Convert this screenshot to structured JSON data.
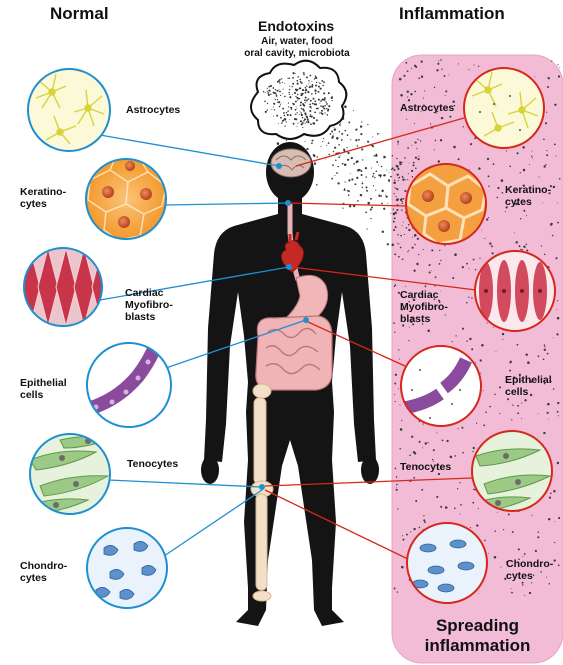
{
  "headers": {
    "left": "Normal",
    "right": "Inflammation"
  },
  "source": {
    "title": "Endotoxins",
    "line1": "Air, water, food",
    "line2": "oral cavity, microbiota"
  },
  "left_labels": {
    "astrocytes": "Astrocytes",
    "keratinocytes": [
      "Keratino-",
      "cytes"
    ],
    "cardiac": [
      "Cardiac",
      "Myofibro-",
      "blasts"
    ],
    "epithelial": [
      "Epithelial",
      "cells"
    ],
    "tenocytes": "Tenocytes",
    "chondrocytes": [
      "Chondro-",
      "cytes"
    ]
  },
  "right_labels": {
    "astrocytes": "Astrocytes",
    "keratinocytes": [
      "Keratino-",
      "cytes"
    ],
    "cardiac": [
      "Cardiac",
      "Myofibro-",
      "blasts"
    ],
    "epithelial": [
      "Epithelial",
      "cells"
    ],
    "tenocytes": "Tenocytes",
    "chondrocytes": [
      "Chondro-",
      "cytes"
    ]
  },
  "panel_caption": [
    "Spreading",
    "inflammation"
  ],
  "colors": {
    "panel": "#f2bcd6",
    "normal_line": "#1f8fd0",
    "inflammation_line": "#d5281c",
    "body": "#141414"
  }
}
